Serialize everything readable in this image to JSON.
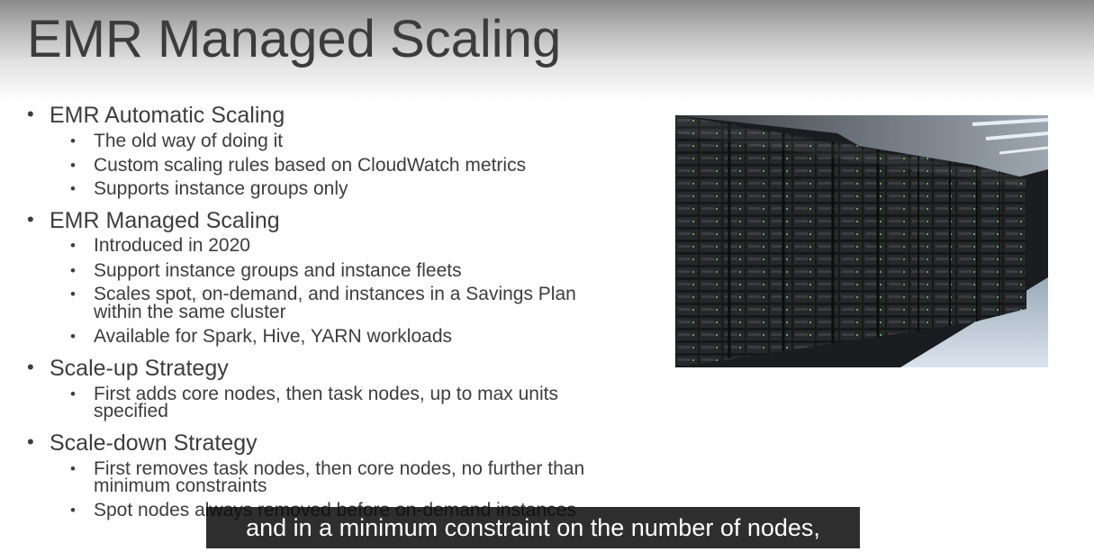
{
  "slide": {
    "title": "EMR Managed Scaling",
    "sections": [
      {
        "heading": "EMR Automatic Scaling",
        "items": [
          "The old way of doing it",
          "Custom scaling rules based on CloudWatch metrics",
          "Supports instance groups only"
        ]
      },
      {
        "heading": "EMR Managed Scaling",
        "items": [
          "Introduced in 2020",
          "Support instance groups and instance fleets",
          "Scales spot, on-demand, and instances in a Savings Plan",
          "within the same cluster",
          "Available for Spark, Hive, YARN workloads"
        ]
      },
      {
        "heading": "Scale-up Strategy",
        "items": [
          "First adds core nodes, then task nodes, up to max units",
          "specified"
        ]
      },
      {
        "heading": "Scale-down Strategy",
        "items": [
          "First removes task nodes, then core nodes, no further than",
          "minimum constraints",
          "Spot nodes always removed before on-demand instances"
        ]
      }
    ]
  },
  "image": {
    "icon": "server-racks-photo"
  },
  "subtitle": {
    "text": "and in a minimum constraint on the number of nodes,"
  }
}
